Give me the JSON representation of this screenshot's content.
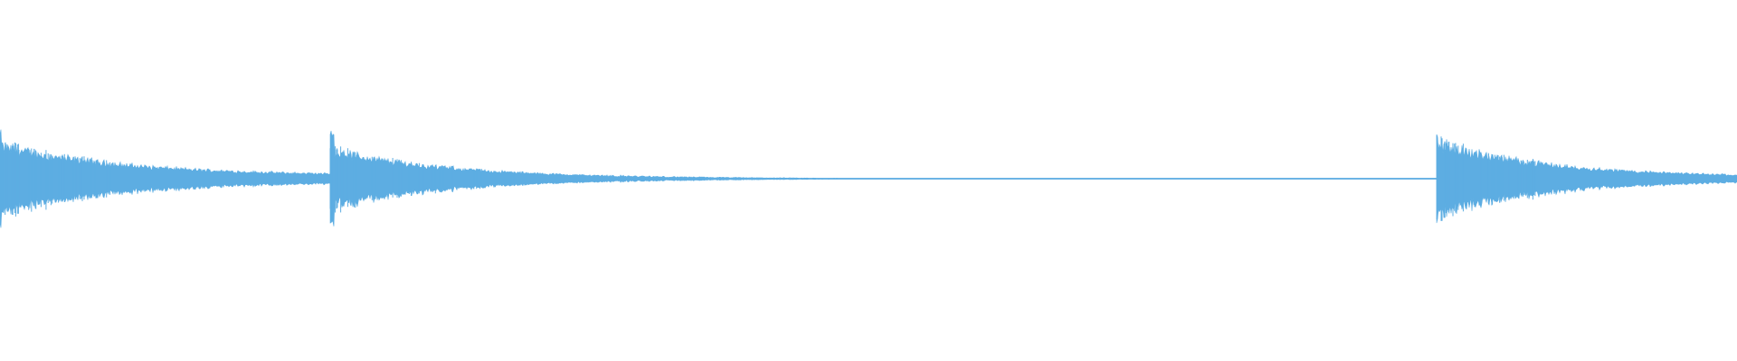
{
  "waveform": {
    "color": "#5dade2",
    "background": "#ffffff",
    "segments": [
      {
        "start": 0.0,
        "end": 0.19,
        "attack_peak": 0.62,
        "sustain": 0.48,
        "release_tail": 0.04
      },
      {
        "start": 0.19,
        "end": 0.827,
        "attack_peak": 0.62,
        "sustain": 0.42,
        "release_tail": 0.0
      },
      {
        "start": 0.827,
        "end": 1.0,
        "attack_peak": 0.62,
        "sustain": 0.52,
        "release_tail": 0.02
      }
    ]
  }
}
